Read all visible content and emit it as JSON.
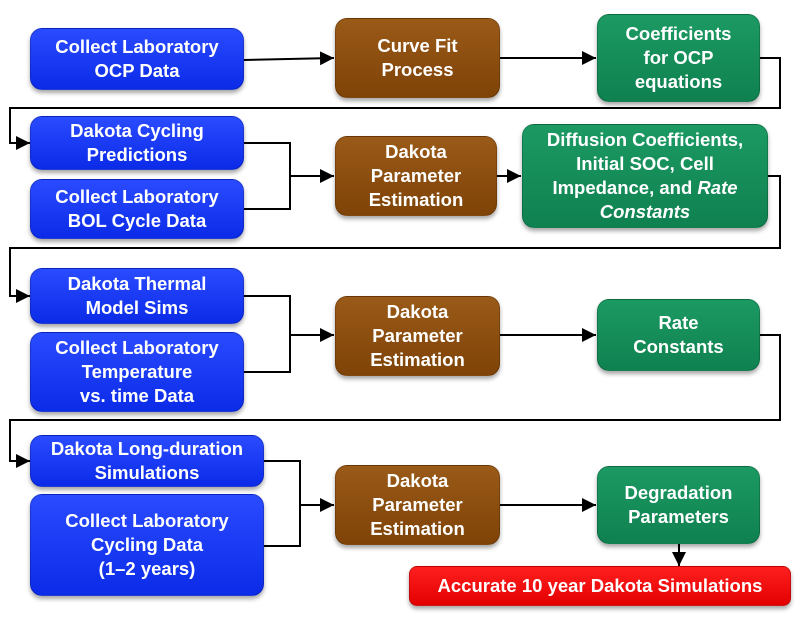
{
  "boxes": {
    "collect_ocp": [
      "Collect Laboratory",
      "OCP Data"
    ],
    "curve_fit": [
      "Curve Fit",
      "Process"
    ],
    "coefficients_ocp": [
      "Coefficients",
      "for OCP",
      "equations"
    ],
    "dakota_cycling": [
      "Dakota Cycling",
      "Predictions"
    ],
    "collect_bol": [
      "Collect Laboratory",
      "BOL Cycle Data"
    ],
    "param_est_1": [
      "Dakota",
      "Parameter",
      "Estimation"
    ],
    "diffusion": {
      "line1": "Diffusion Coefficients,",
      "line2": "Initial SOC, Cell",
      "line3": "Impedance, and ",
      "line3_italic": "Rate",
      "line4_italic": "Constants"
    },
    "dakota_thermal": [
      "Dakota Thermal",
      "Model Sims"
    ],
    "collect_temp": [
      "Collect Laboratory",
      "Temperature",
      "vs. time Data"
    ],
    "param_est_2": [
      "Dakota",
      "Parameter",
      "Estimation"
    ],
    "rate_constants": [
      "Rate",
      "Constants"
    ],
    "dakota_long": [
      "Dakota Long-duration",
      "Simulations"
    ],
    "collect_cycling": [
      "Collect Laboratory",
      "Cycling Data",
      "(1–2 years)"
    ],
    "param_est_3": [
      "Dakota",
      "Parameter",
      "Estimation"
    ],
    "degradation": [
      "Degradation",
      "Parameters"
    ],
    "accurate": "Accurate 10 year Dakota Simulations"
  },
  "colors": {
    "blue": "#0b2be8",
    "brown": "#7f4307",
    "green": "#0f8150",
    "red": "#e30000"
  }
}
